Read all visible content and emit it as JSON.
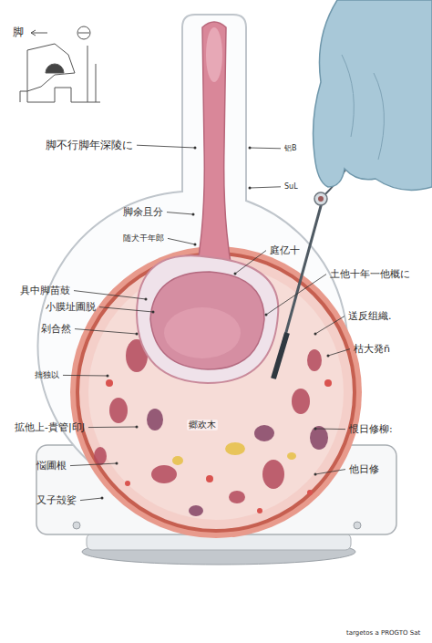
{
  "diagram": {
    "labels": [
      "脚",
      "脚不行脚年深陵に",
      "脚余且分",
      "随犬干年郎",
      "具中脚苗鼓",
      "小膜址圃脱",
      "剁合然",
      "拙独以",
      "拡他上-貴管|印J",
      "悩圃根",
      "又子殻娑",
      "铝B",
      "SuL",
      "庭亿十",
      "土他十年一他概に",
      "送反组織.",
      "枯大発ñ",
      "恨日修柳:",
      "他日修",
      "郷欢木",
      "targetos a PROGTO Sat"
    ]
  }
}
